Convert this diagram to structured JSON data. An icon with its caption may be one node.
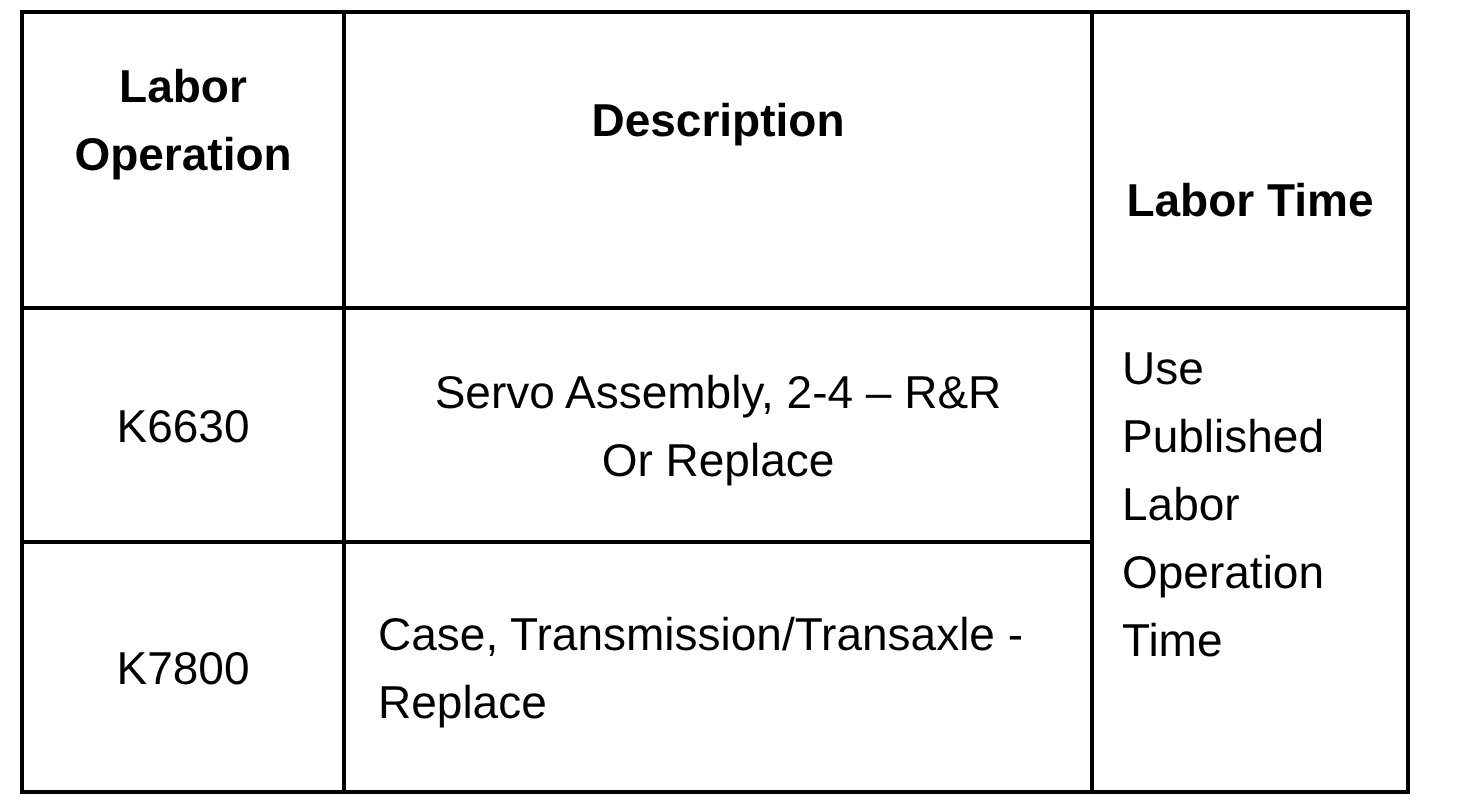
{
  "diagram": {
    "labels": [
      "Labor Operation",
      "Description",
      "Labor Time",
      "K6630",
      "Servo Assembly, 2-4 – R&R Or Replace",
      "Use Published Labor Operation Time",
      "K7800",
      "Case, Transmission/Transaxle -Replace"
    ]
  }
}
